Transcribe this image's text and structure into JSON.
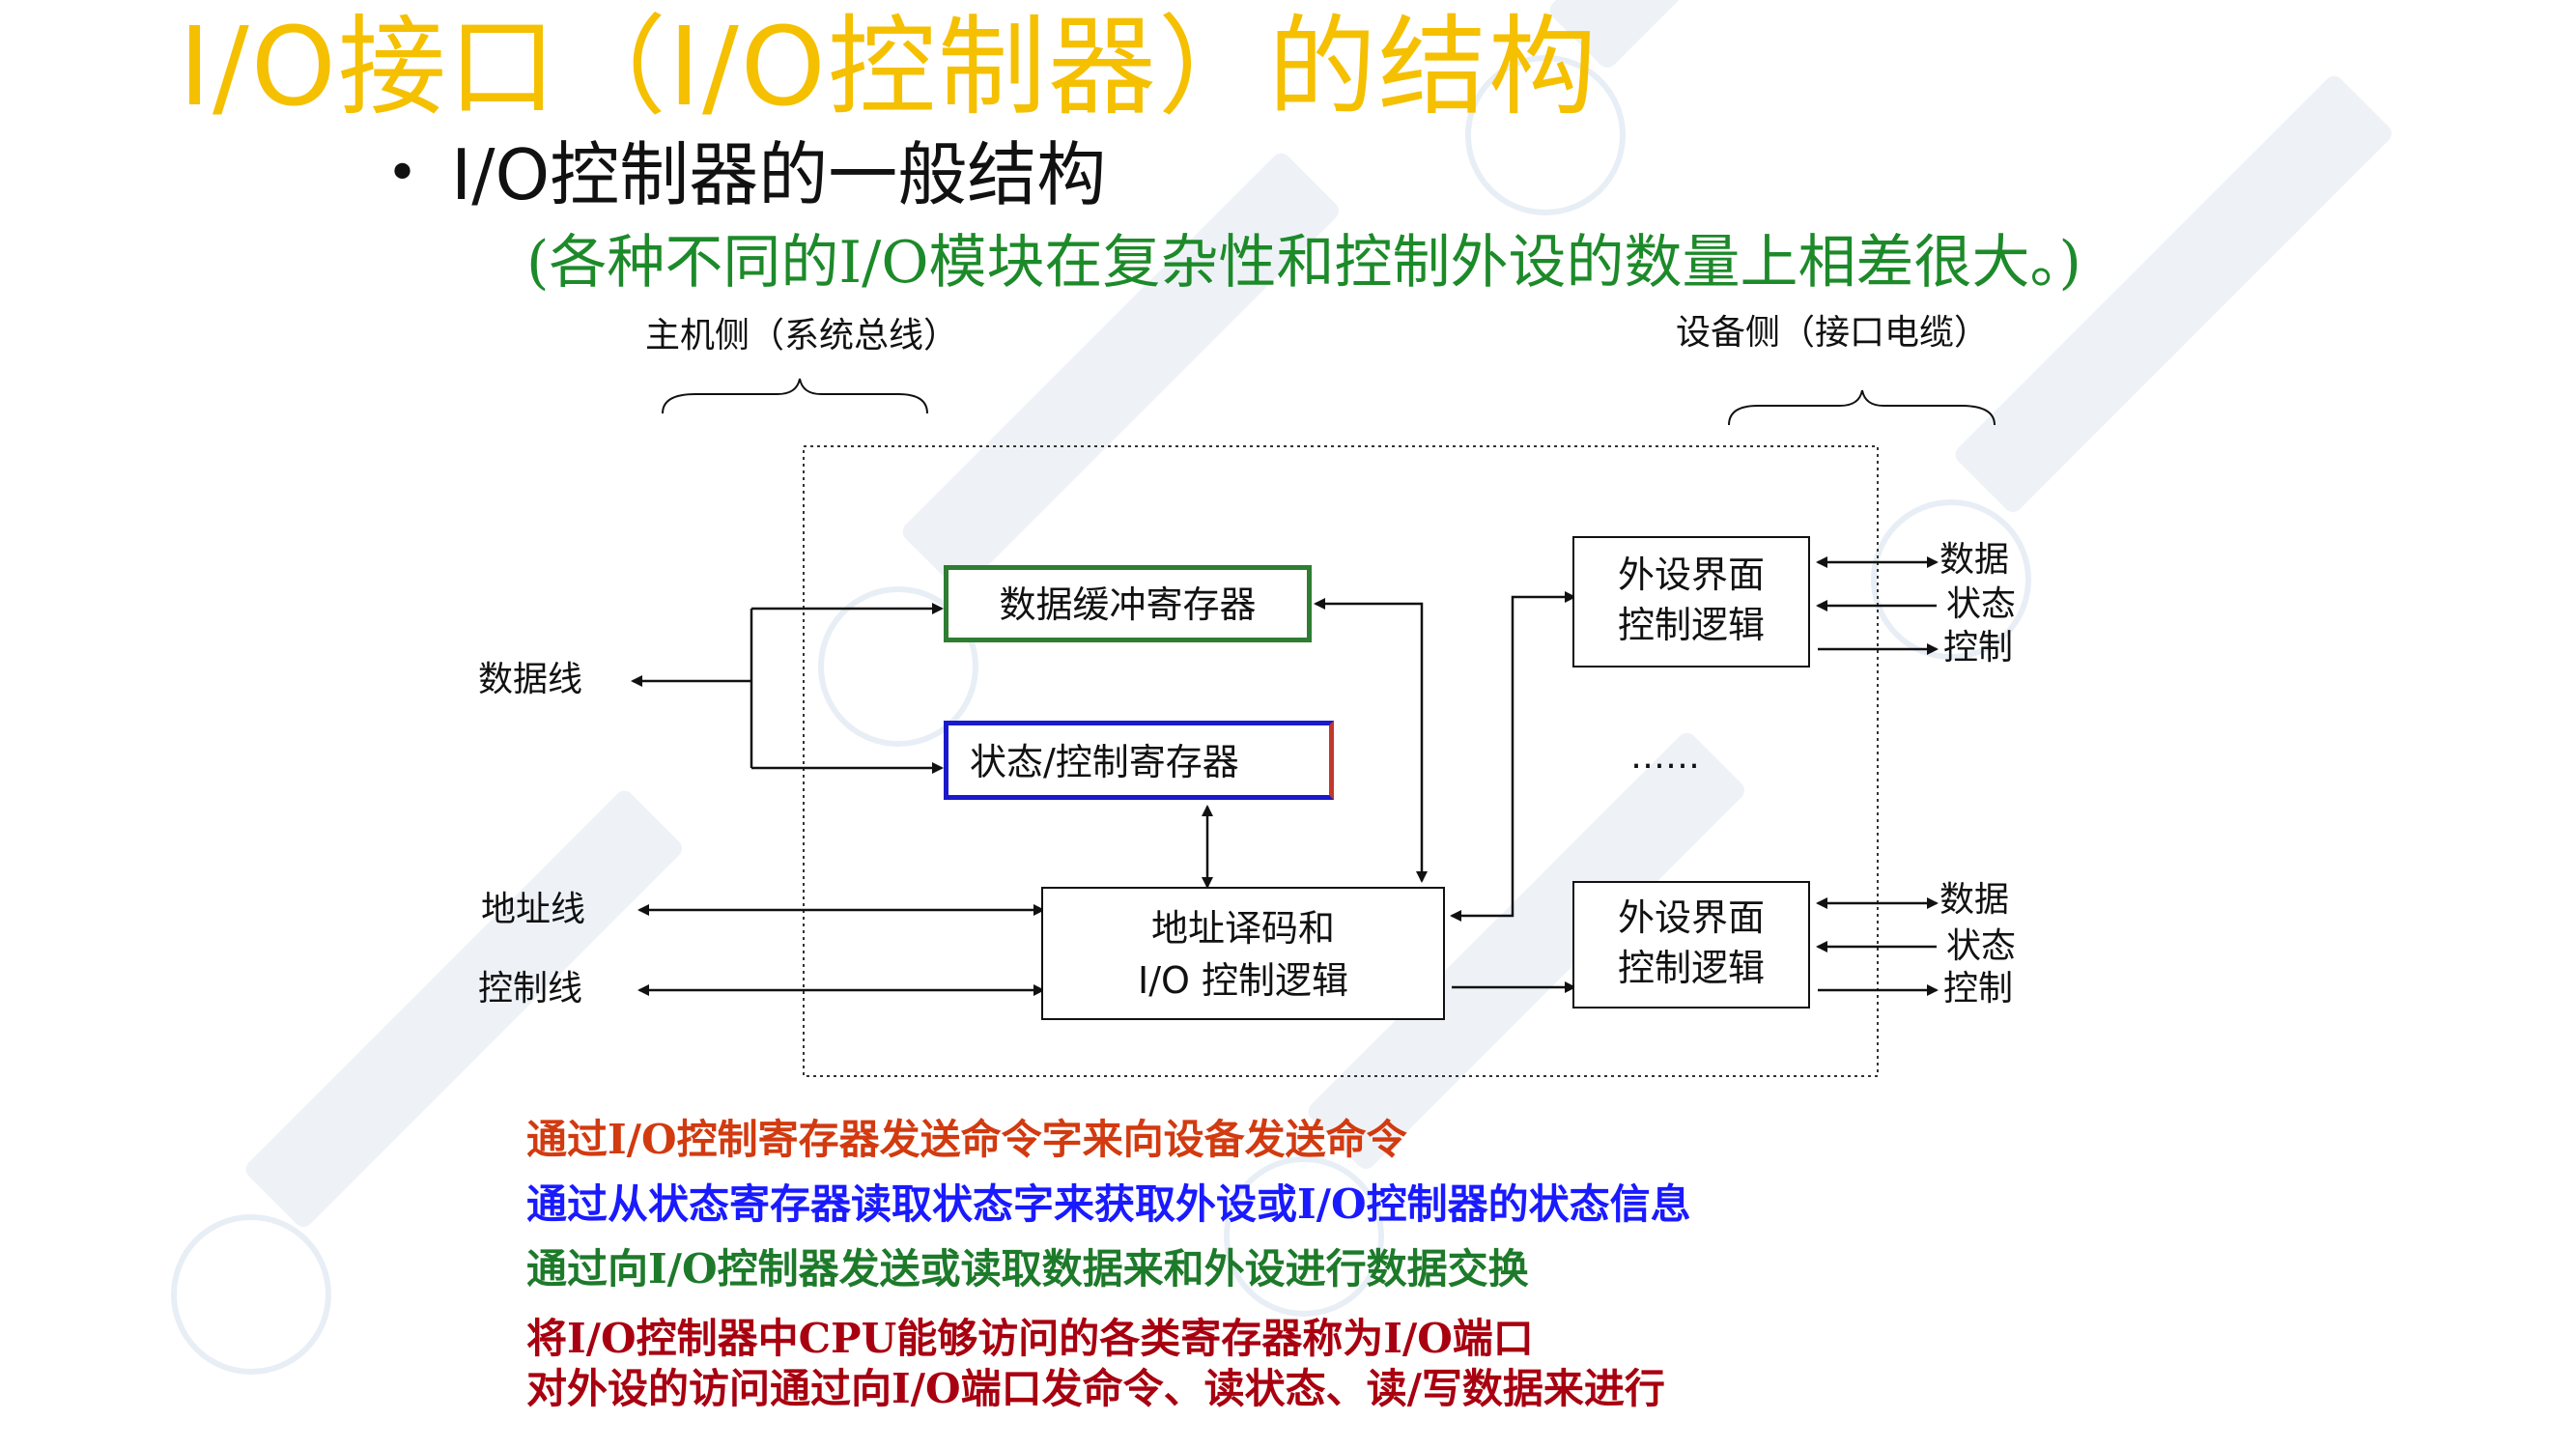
{
  "title": "I/O接口（I/O控制器）的结构",
  "bullet": "I/O控制器的一般结构",
  "subtitle": "(各种不同的I/O模块在复杂性和控制外设的数量上相差很大。)",
  "diagram": {
    "host_side_label": "主机侧（系统总线）",
    "device_side_label": "设备侧（接口电缆）",
    "data_buffer_register": "数据缓冲寄存器",
    "status_control_register": "状态/控制寄存器",
    "address_decoder": [
      "地址译码和",
      "I/O 控制逻辑"
    ],
    "device_interface_logic": [
      "外设界面",
      "控制逻辑"
    ],
    "ellipsis": "……",
    "data_line": "数据线",
    "address_line": "地址线",
    "control_line": "控制线",
    "device_signals": [
      "数据",
      "状态",
      "控制"
    ]
  },
  "notes": [
    "通过I/O控制寄存器发送命令字来向设备发送命令",
    "通过从状态寄存器读取状态字来获取外设或I/O控制器的状态信息",
    "通过向I/O控制器发送或读取数据来和外设进行数据交换",
    "将I/O控制器中CPU能够访问的各类寄存器称为I/O端口",
    "对外设的访问通过向I/O端口发命令、读状态、读/写数据来进行"
  ],
  "colors": {
    "title": "#f5c000",
    "subtitle": "#1d8a2a",
    "note_red": "#d23a10",
    "note_blue": "#1a1aff",
    "note_green": "#1d7a2a",
    "note_darkred": "#a80010",
    "data_buffer_border": "#2e7d32",
    "status_register_border": "#1a1acc"
  }
}
